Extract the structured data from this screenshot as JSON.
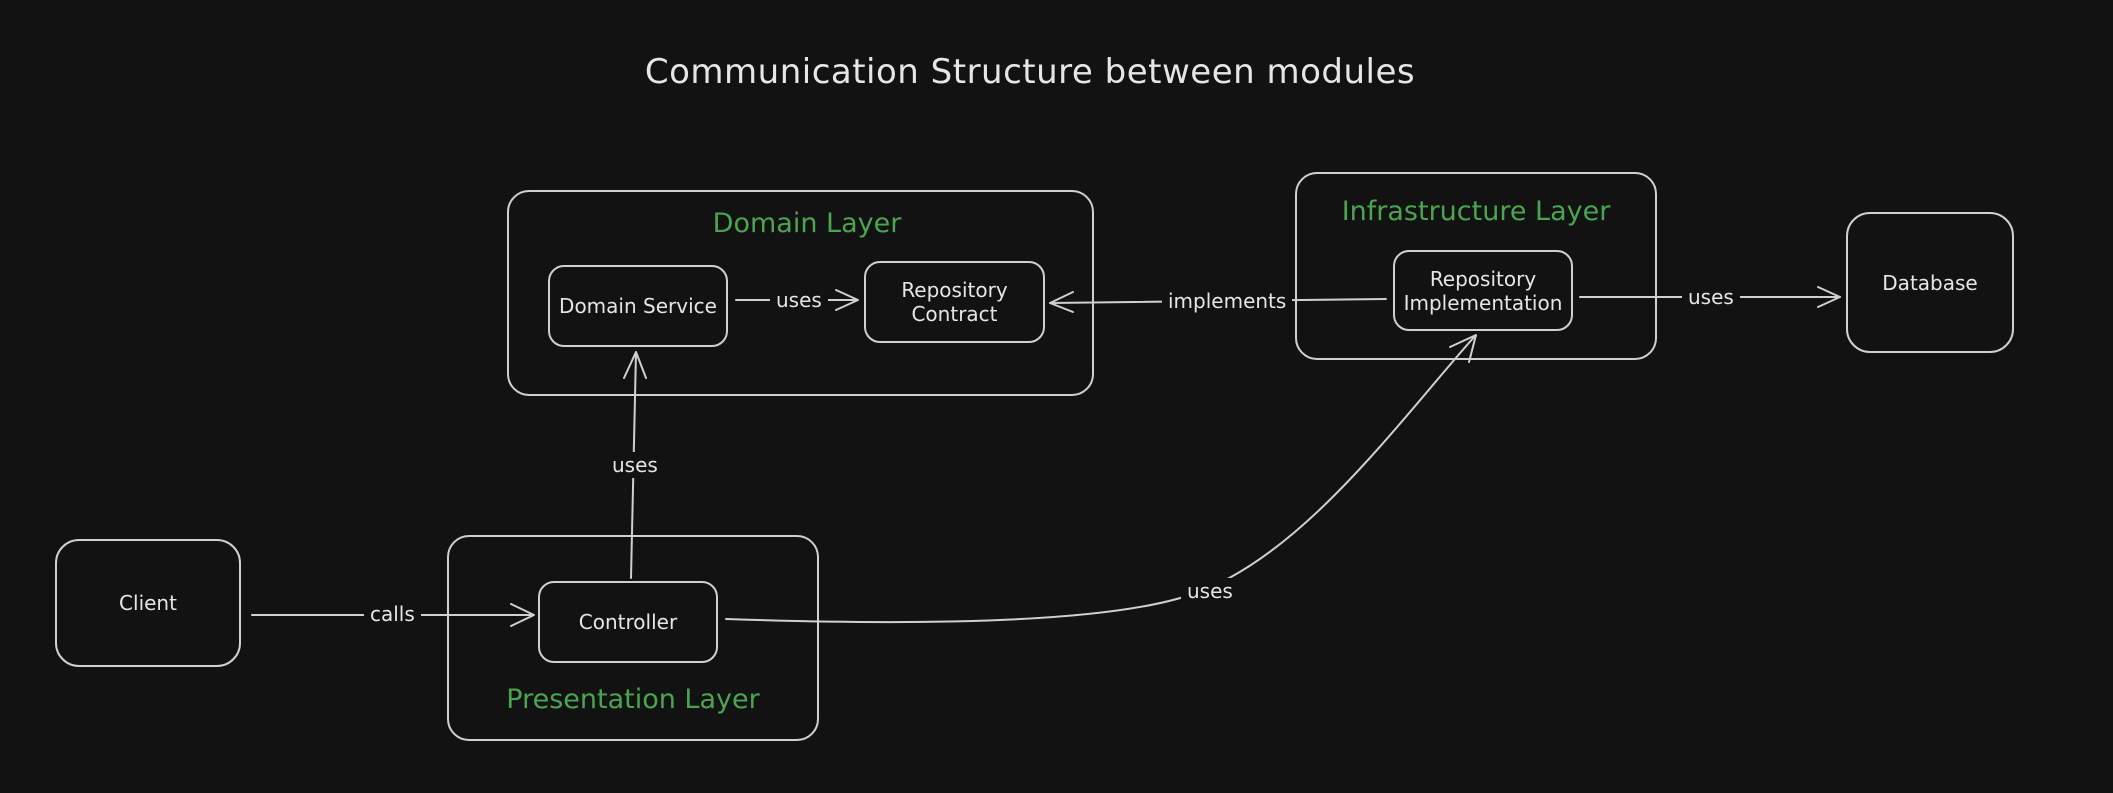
{
  "title": "Communication Structure between modules",
  "layers": {
    "domain": "Domain Layer",
    "infrastructure": "Infrastructure Layer",
    "presentation": "Presentation Layer"
  },
  "nodes": {
    "domain_service": "Domain Service",
    "repository_contract": "Repository\nContract",
    "repository_implementation": "Repository\nImplementation",
    "database": "Database",
    "client": "Client",
    "controller": "Controller"
  },
  "edges": {
    "service_uses_contract": "uses",
    "impl_implements_contract": "implements",
    "impl_uses_database": "uses",
    "controller_uses_service": "uses",
    "client_calls_controller": "calls",
    "controller_uses_impl": "uses"
  },
  "colors": {
    "background": "#121212",
    "stroke": "#d0d0d0",
    "text": "#e6e6e6",
    "layer_label": "#4aa54f"
  }
}
